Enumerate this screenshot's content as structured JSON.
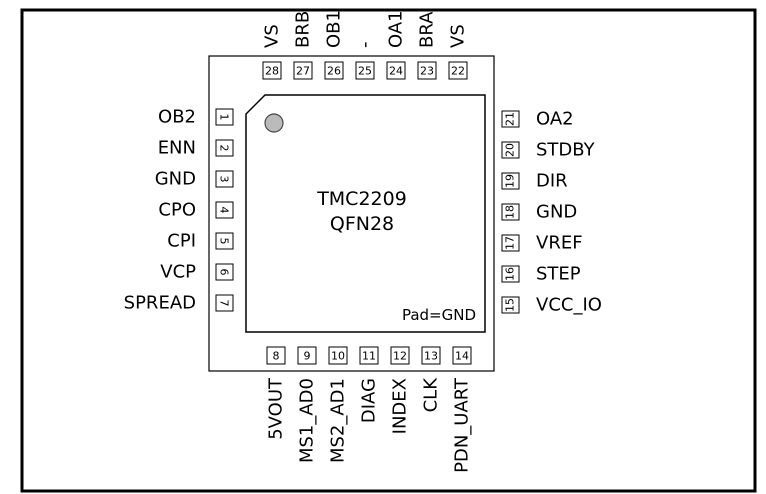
{
  "chip": {
    "part_number": "TMC2209",
    "package": "QFN28",
    "pad_label": "Pad=GND"
  },
  "pins": {
    "left": [
      {
        "num": "1",
        "name": "OB2"
      },
      {
        "num": "2",
        "name": "ENN"
      },
      {
        "num": "3",
        "name": "GND"
      },
      {
        "num": "4",
        "name": "CPO"
      },
      {
        "num": "5",
        "name": "CPI"
      },
      {
        "num": "6",
        "name": "VCP"
      },
      {
        "num": "7",
        "name": "SPREAD"
      }
    ],
    "bottom": [
      {
        "num": "8",
        "name": "5VOUT"
      },
      {
        "num": "9",
        "name": "MS1_AD0"
      },
      {
        "num": "10",
        "name": "MS2_AD1"
      },
      {
        "num": "11",
        "name": "DIAG"
      },
      {
        "num": "12",
        "name": "INDEX"
      },
      {
        "num": "13",
        "name": "CLK"
      },
      {
        "num": "14",
        "name": "PDN_UART"
      }
    ],
    "right": [
      {
        "num": "15",
        "name": "VCC_IO"
      },
      {
        "num": "16",
        "name": "STEP"
      },
      {
        "num": "17",
        "name": "VREF"
      },
      {
        "num": "18",
        "name": "GND"
      },
      {
        "num": "19",
        "name": "DIR"
      },
      {
        "num": "20",
        "name": "STDBY"
      },
      {
        "num": "21",
        "name": "OA2"
      }
    ],
    "top": [
      {
        "num": "22",
        "name": "VS"
      },
      {
        "num": "23",
        "name": "BRA"
      },
      {
        "num": "24",
        "name": "OA1"
      },
      {
        "num": "25",
        "name": "-"
      },
      {
        "num": "26",
        "name": "OB1"
      },
      {
        "num": "27",
        "name": "BRB"
      },
      {
        "num": "28",
        "name": "VS"
      }
    ]
  }
}
